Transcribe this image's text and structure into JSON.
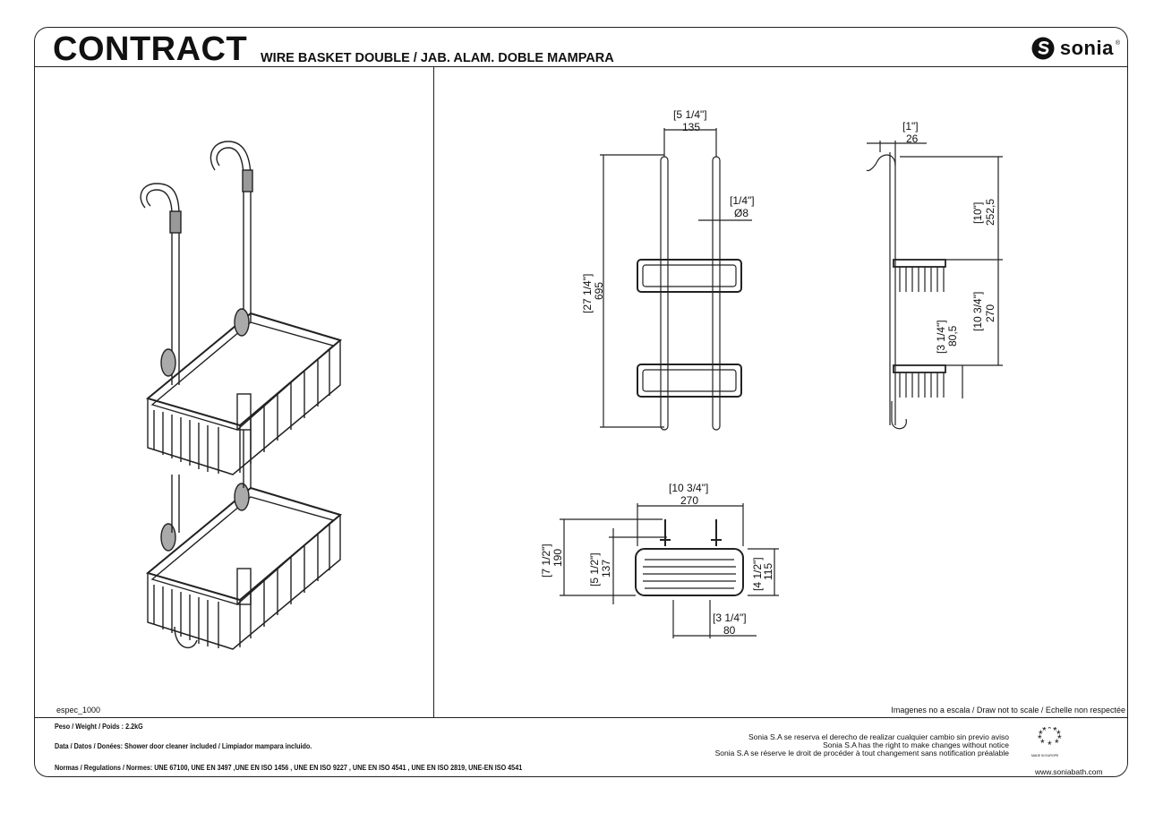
{
  "header": {
    "title": "CONTRACT",
    "subtitle": "WIRE BASKET DOUBLE / JAB. ALAM. DOBLE MAMPARA",
    "brand": "sonia",
    "brand_mark": "®"
  },
  "drawing": {
    "code": "espec_1000",
    "scale_note": "Imagenes no a escala / Draw not to scale / Echelle non respectée",
    "front_view": {
      "width_in": "[5 1/4\"]",
      "width_mm": "135",
      "dia_in": "[1/4\"]",
      "dia_mm": "Ø8",
      "height_in": "[27 1/4\"]",
      "height_mm": "695"
    },
    "side_view": {
      "depth_in": "[1\"]",
      "depth_mm": "26",
      "top_in": "[10\"]",
      "top_mm": "252,5",
      "mid_in": "[10 3/4\"]",
      "mid_mm": "270",
      "basket_in": "[3 1/4\"]",
      "basket_mm": "80,5"
    },
    "top_view": {
      "width_in": "[10 3/4\"]",
      "width_mm": "270",
      "total_in": "[7 1/2\"]",
      "total_mm": "190",
      "inner_in": "[5 1/2\"]",
      "inner_mm": "137",
      "right_in": "[4 1/2\"]",
      "right_mm": "115",
      "bottom_in": "[3 1/4\"]",
      "bottom_mm": "80"
    }
  },
  "footer": {
    "weight": "Peso / Weight / Poids : 2.2kG",
    "data": "Data / Datos / Donées: Shower door cleaner included / Limpiador mampara incluido.",
    "norms": "Normas / Regulations / Normes: UNE 67100, UNE  EN 3497 ,UNE EN ISO 1456 , UNE EN ISO 9227 , UNE EN ISO 4541 , UNE EN ISO 2819, UNE-EN ISO 4541",
    "rights_es": "Sonia S.A se reserva el derecho de realizar cualquier cambio sin previo aviso",
    "rights_en": "Sonia S.A has the right to make changes without notice",
    "rights_fr": "Sonia S.A se réserve le droit de procéder à tout changement sans notification préalable",
    "made_in": "MADE IN EUROPE",
    "website": "www.soniabath.com"
  },
  "colors": {
    "ink": "#111111",
    "line": "#222222"
  }
}
